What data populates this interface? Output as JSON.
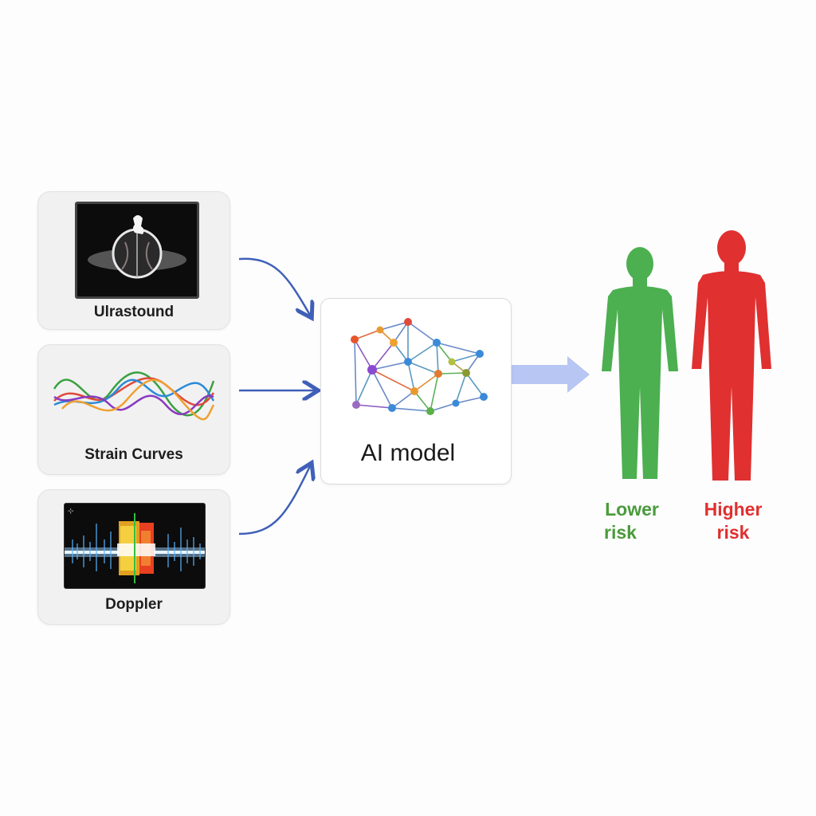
{
  "inputs": [
    {
      "label": "Ulrastound",
      "icon": "ultrasound-image-icon"
    },
    {
      "label": "Strain Curves",
      "icon": "strain-curves-icon"
    },
    {
      "label": "Doppler",
      "icon": "doppler-spectrum-icon"
    }
  ],
  "model": {
    "label": "AI model",
    "icon": "neural-network-icon"
  },
  "outputs": {
    "lower": {
      "line1": "Lower",
      "line2": "risk",
      "color": "#4caf50"
    },
    "higher": {
      "line1": "Higher",
      "line2": "risk",
      "color": "#e03030"
    }
  },
  "colors": {
    "arrow": "#3f5fb8",
    "output_arrow": "#b7c6f2",
    "card_bg": "#f1f1f1"
  }
}
